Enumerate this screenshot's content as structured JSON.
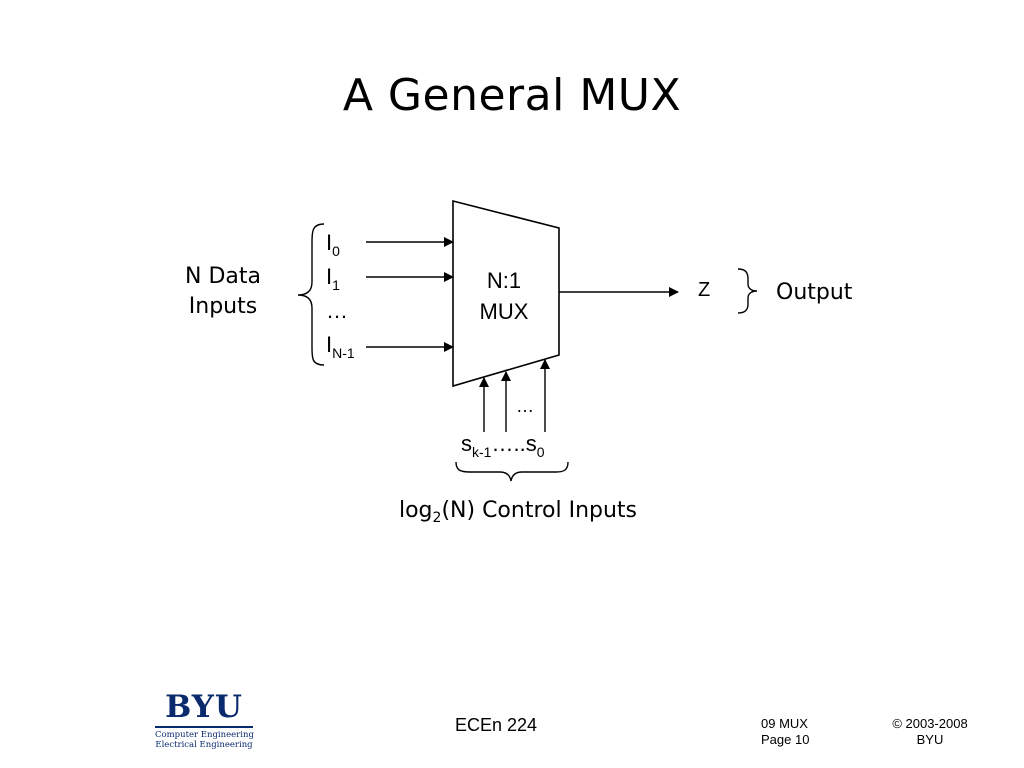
{
  "slide": {
    "title": "A General MUX"
  },
  "diagram": {
    "mux_label_top": "N:1",
    "mux_label_bottom": "MUX",
    "data_inputs_label_line1": "N Data",
    "data_inputs_label_line2": "Inputs",
    "inputs": [
      {
        "base": "I",
        "sub": "0"
      },
      {
        "base": "I",
        "sub": "1"
      },
      {
        "base": "…",
        "sub": ""
      },
      {
        "base": "I",
        "sub": "N-1"
      }
    ],
    "output_signal": "Z",
    "output_label": "Output",
    "select_dots": "…",
    "select_first": {
      "base": "s",
      "sub": "k-1"
    },
    "select_mid": "…..",
    "select_last": {
      "base": "s",
      "sub": "0"
    },
    "control_label": {
      "prefix": "log",
      "sub": "2",
      "suffix": "(N) Control Inputs"
    }
  },
  "footer": {
    "logo": {
      "mark": "BYU",
      "line1": "Computer Engineering",
      "line2": "Electrical Engineering"
    },
    "course": "ECEn 224",
    "topic": "09 MUX",
    "page": "Page 10",
    "copyright": "© 2003-2008",
    "org": "BYU"
  }
}
